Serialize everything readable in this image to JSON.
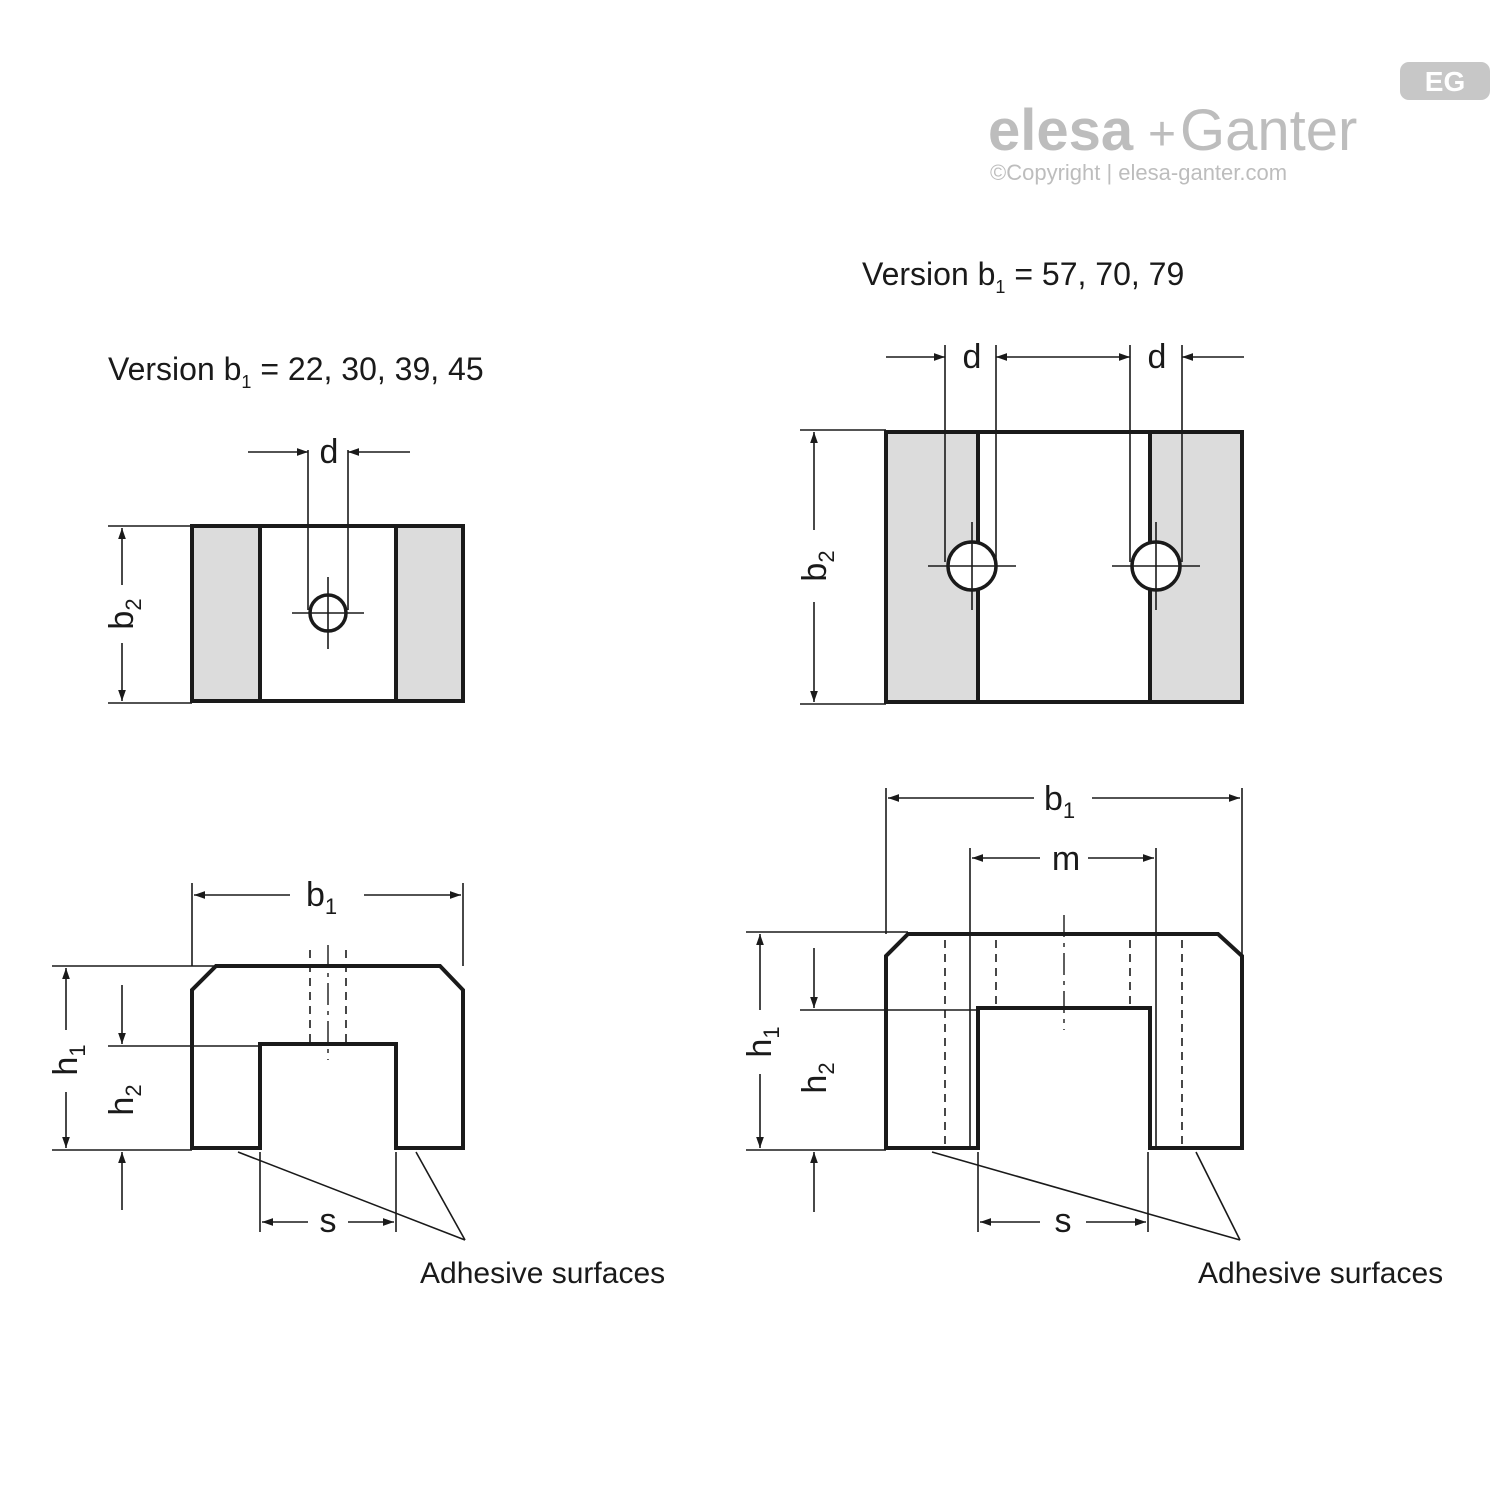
{
  "brand": {
    "badge": "EG",
    "logo_left": "elesa",
    "logo_plus": "+",
    "logo_right": "Ganter",
    "copyright": "©Copyright | elesa-ganter.com"
  },
  "left_view": {
    "title_prefix": "Version b",
    "title_sub": "1",
    "title_suffix": " = 22, 30, 39, 45",
    "top_labels": {
      "d": "d",
      "b2": "b",
      "b2_sub": "2"
    },
    "side_labels": {
      "b1": "b",
      "b1_sub": "1",
      "h1": "h",
      "h1_sub": "1",
      "h2": "h",
      "h2_sub": "2",
      "s": "s"
    },
    "adhesive": "Adhesive surfaces"
  },
  "right_view": {
    "title_prefix": "Version b",
    "title_sub": "1",
    "title_suffix": " = 57, 70, 79",
    "top_labels": {
      "d1": "d",
      "d2": "d",
      "b2": "b",
      "b2_sub": "2"
    },
    "side_labels": {
      "b1": "b",
      "b1_sub": "1",
      "m": "m",
      "h1": "h",
      "h1_sub": "1",
      "h2": "h",
      "h2_sub": "2",
      "s": "s"
    },
    "adhesive": "Adhesive surfaces"
  }
}
